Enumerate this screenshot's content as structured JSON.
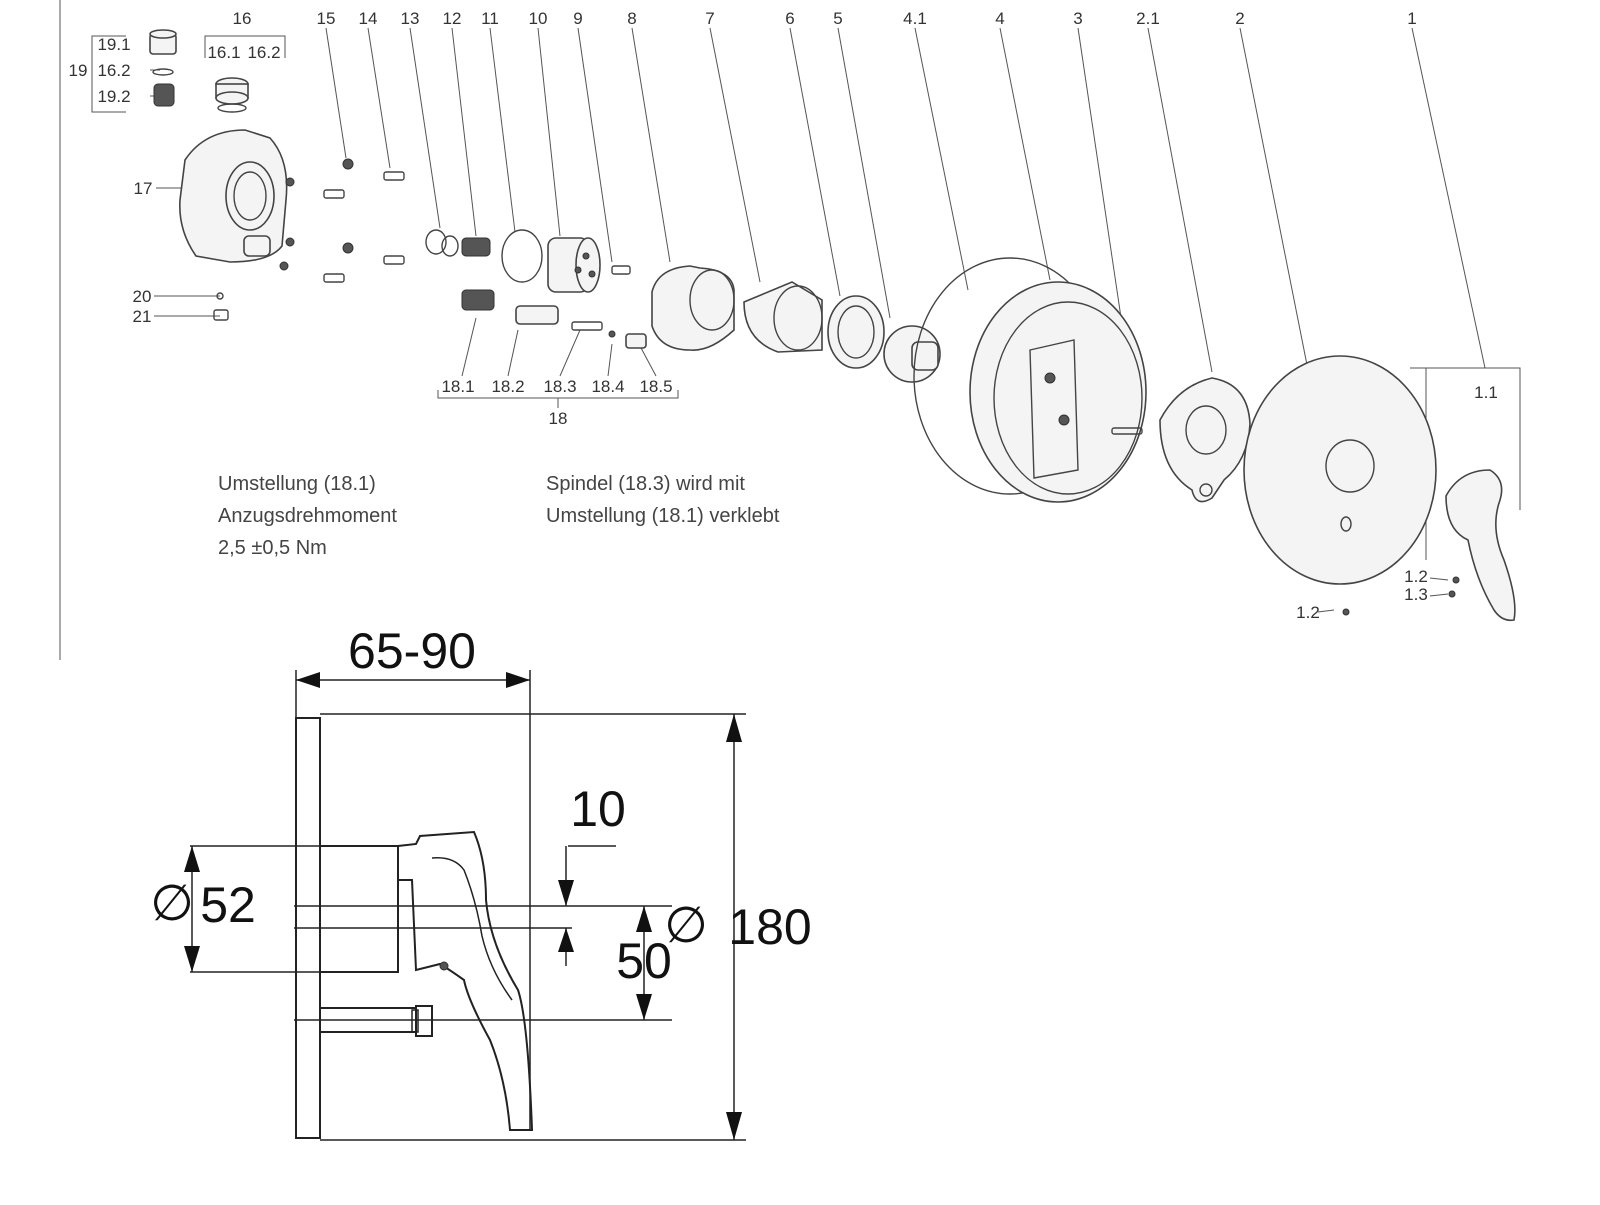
{
  "exploded_view": {
    "callouts": [
      {
        "id": "1",
        "label": "1"
      },
      {
        "id": "1.1",
        "label": "1.1"
      },
      {
        "id": "1.2a",
        "label": "1.2"
      },
      {
        "id": "1.2b",
        "label": "1.2"
      },
      {
        "id": "1.3",
        "label": "1.3"
      },
      {
        "id": "2",
        "label": "2"
      },
      {
        "id": "2.1",
        "label": "2.1"
      },
      {
        "id": "3",
        "label": "3"
      },
      {
        "id": "4",
        "label": "4"
      },
      {
        "id": "4.1",
        "label": "4.1"
      },
      {
        "id": "5",
        "label": "5"
      },
      {
        "id": "6",
        "label": "6"
      },
      {
        "id": "7",
        "label": "7"
      },
      {
        "id": "8",
        "label": "8"
      },
      {
        "id": "9",
        "label": "9"
      },
      {
        "id": "10",
        "label": "10"
      },
      {
        "id": "11",
        "label": "11"
      },
      {
        "id": "12",
        "label": "12"
      },
      {
        "id": "13",
        "label": "13"
      },
      {
        "id": "14",
        "label": "14"
      },
      {
        "id": "15",
        "label": "15"
      },
      {
        "id": "16",
        "label": "16"
      },
      {
        "id": "16.1",
        "label": "16.1"
      },
      {
        "id": "16.2a",
        "label": "16.2"
      },
      {
        "id": "16.2b",
        "label": "16.2"
      },
      {
        "id": "17",
        "label": "17"
      },
      {
        "id": "18",
        "label": "18"
      },
      {
        "id": "18.1",
        "label": "18.1"
      },
      {
        "id": "18.2",
        "label": "18.2"
      },
      {
        "id": "18.3",
        "label": "18.3"
      },
      {
        "id": "18.4",
        "label": "18.4"
      },
      {
        "id": "18.5",
        "label": "18.5"
      },
      {
        "id": "19",
        "label": "19"
      },
      {
        "id": "19.1",
        "label": "19.1"
      },
      {
        "id": "19.2",
        "label": "19.2"
      },
      {
        "id": "20",
        "label": "20"
      },
      {
        "id": "21",
        "label": "21"
      }
    ],
    "notes": {
      "torque": [
        "Umstellung (18.1)",
        "Anzugsdrehmoment",
        "2,5  ±0,5 Nm"
      ],
      "spindle": [
        "Spindel (18.3) wird mit",
        "Umstellung (18.1) verklebt"
      ]
    }
  },
  "dimension_drawing": {
    "projection": "65-90",
    "gap": "10",
    "diameter_symbol": "∅",
    "escutcheon_diameter": "180",
    "lever_base_diameter": "52",
    "outlet_spacing": "50"
  }
}
